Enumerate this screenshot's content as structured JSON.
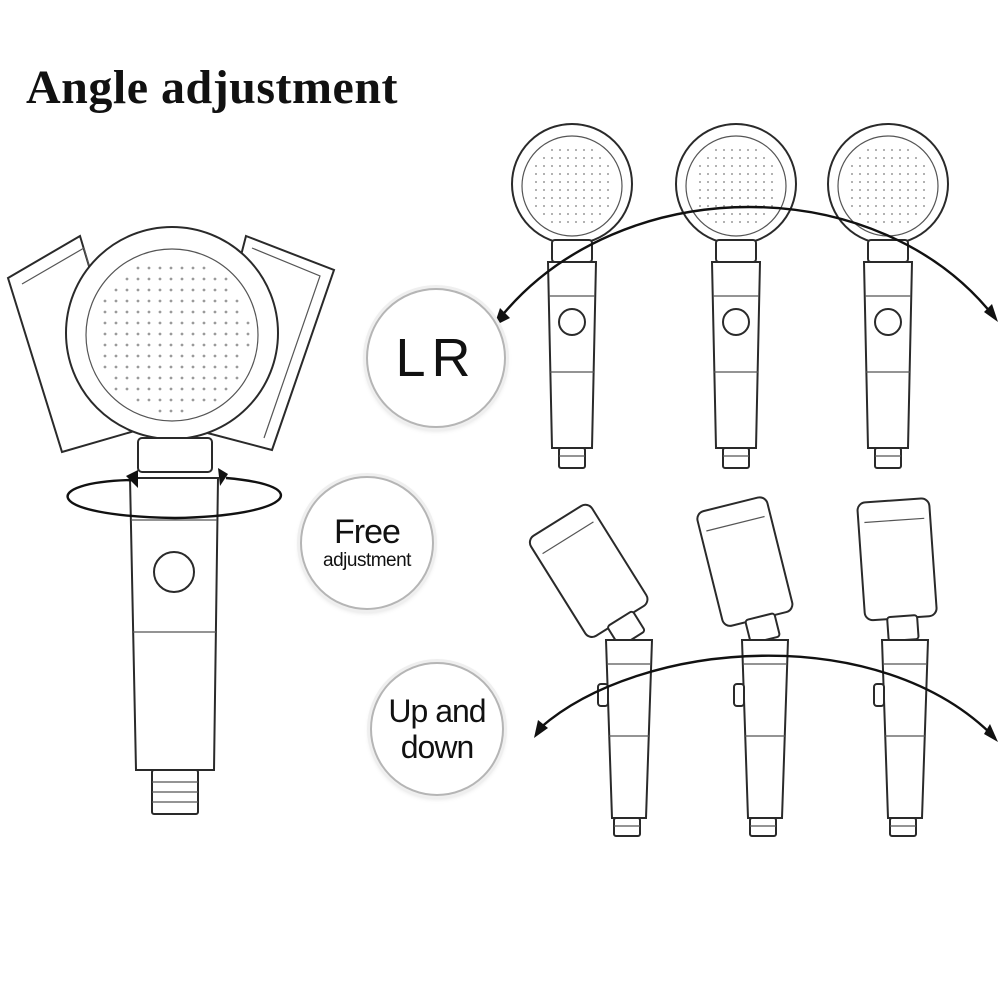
{
  "title": "Angle adjustment",
  "labels": {
    "lr": "LR",
    "free_line1": "Free",
    "free_line2": "adjustment",
    "up_line1": "Up and",
    "up_line2": "down"
  },
  "colors": {
    "background": "#ffffff",
    "line": "#2a2a2a",
    "text": "#111111"
  }
}
